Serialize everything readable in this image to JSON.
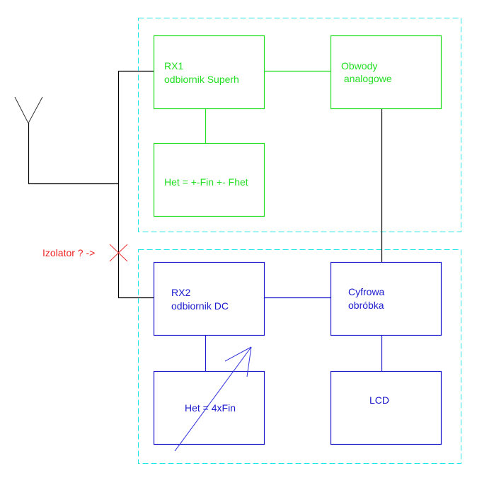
{
  "colors": {
    "group_border": "#22e5e5",
    "analog_block": "#22dd22",
    "digital_block": "#1a1acc",
    "wire": "#000000",
    "isolator": "#ee2222"
  },
  "groups": [
    {
      "id": "analog-group",
      "style": "dashed"
    },
    {
      "id": "digital-group",
      "style": "dashed"
    }
  ],
  "blocks": {
    "rx1": {
      "line1": "RX1",
      "line2": "odbiornik Superh"
    },
    "het1": {
      "line1": "Het = +-Fin +- Fhet"
    },
    "obwody": {
      "line1": "Obwody",
      "line2": " analogowe"
    },
    "rx2": {
      "line1": "RX2",
      "line2": "odbiornik DC"
    },
    "het2": {
      "line1": "Het = 4xFin"
    },
    "cyfrowa": {
      "line1": "Cyfrowa",
      "line2": "obróbka"
    },
    "lcd": {
      "line1": "LCD"
    }
  },
  "annotations": {
    "isolator_label": "Izolator ? ->"
  },
  "icons": {
    "antenna": "antenna-icon",
    "isolator_cross": "x-cross-icon",
    "variable_arrow": "tuning-arrow-icon"
  }
}
